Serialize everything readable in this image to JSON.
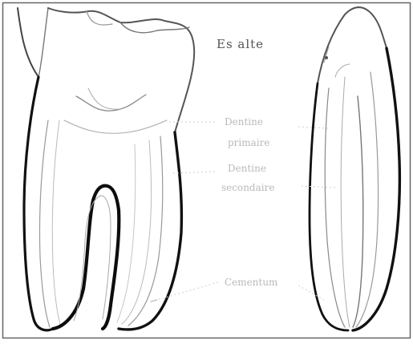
{
  "figure": {
    "labels": [
      {
        "id": "enamel",
        "text": "Es alte"
      },
      {
        "id": "dentin",
        "line1": "Dentine",
        "line2": "primaire"
      },
      {
        "id": "secondary",
        "line1": "Dentine",
        "line2": "secondaire"
      },
      {
        "id": "cementum",
        "text": "Cementum"
      }
    ]
  }
}
